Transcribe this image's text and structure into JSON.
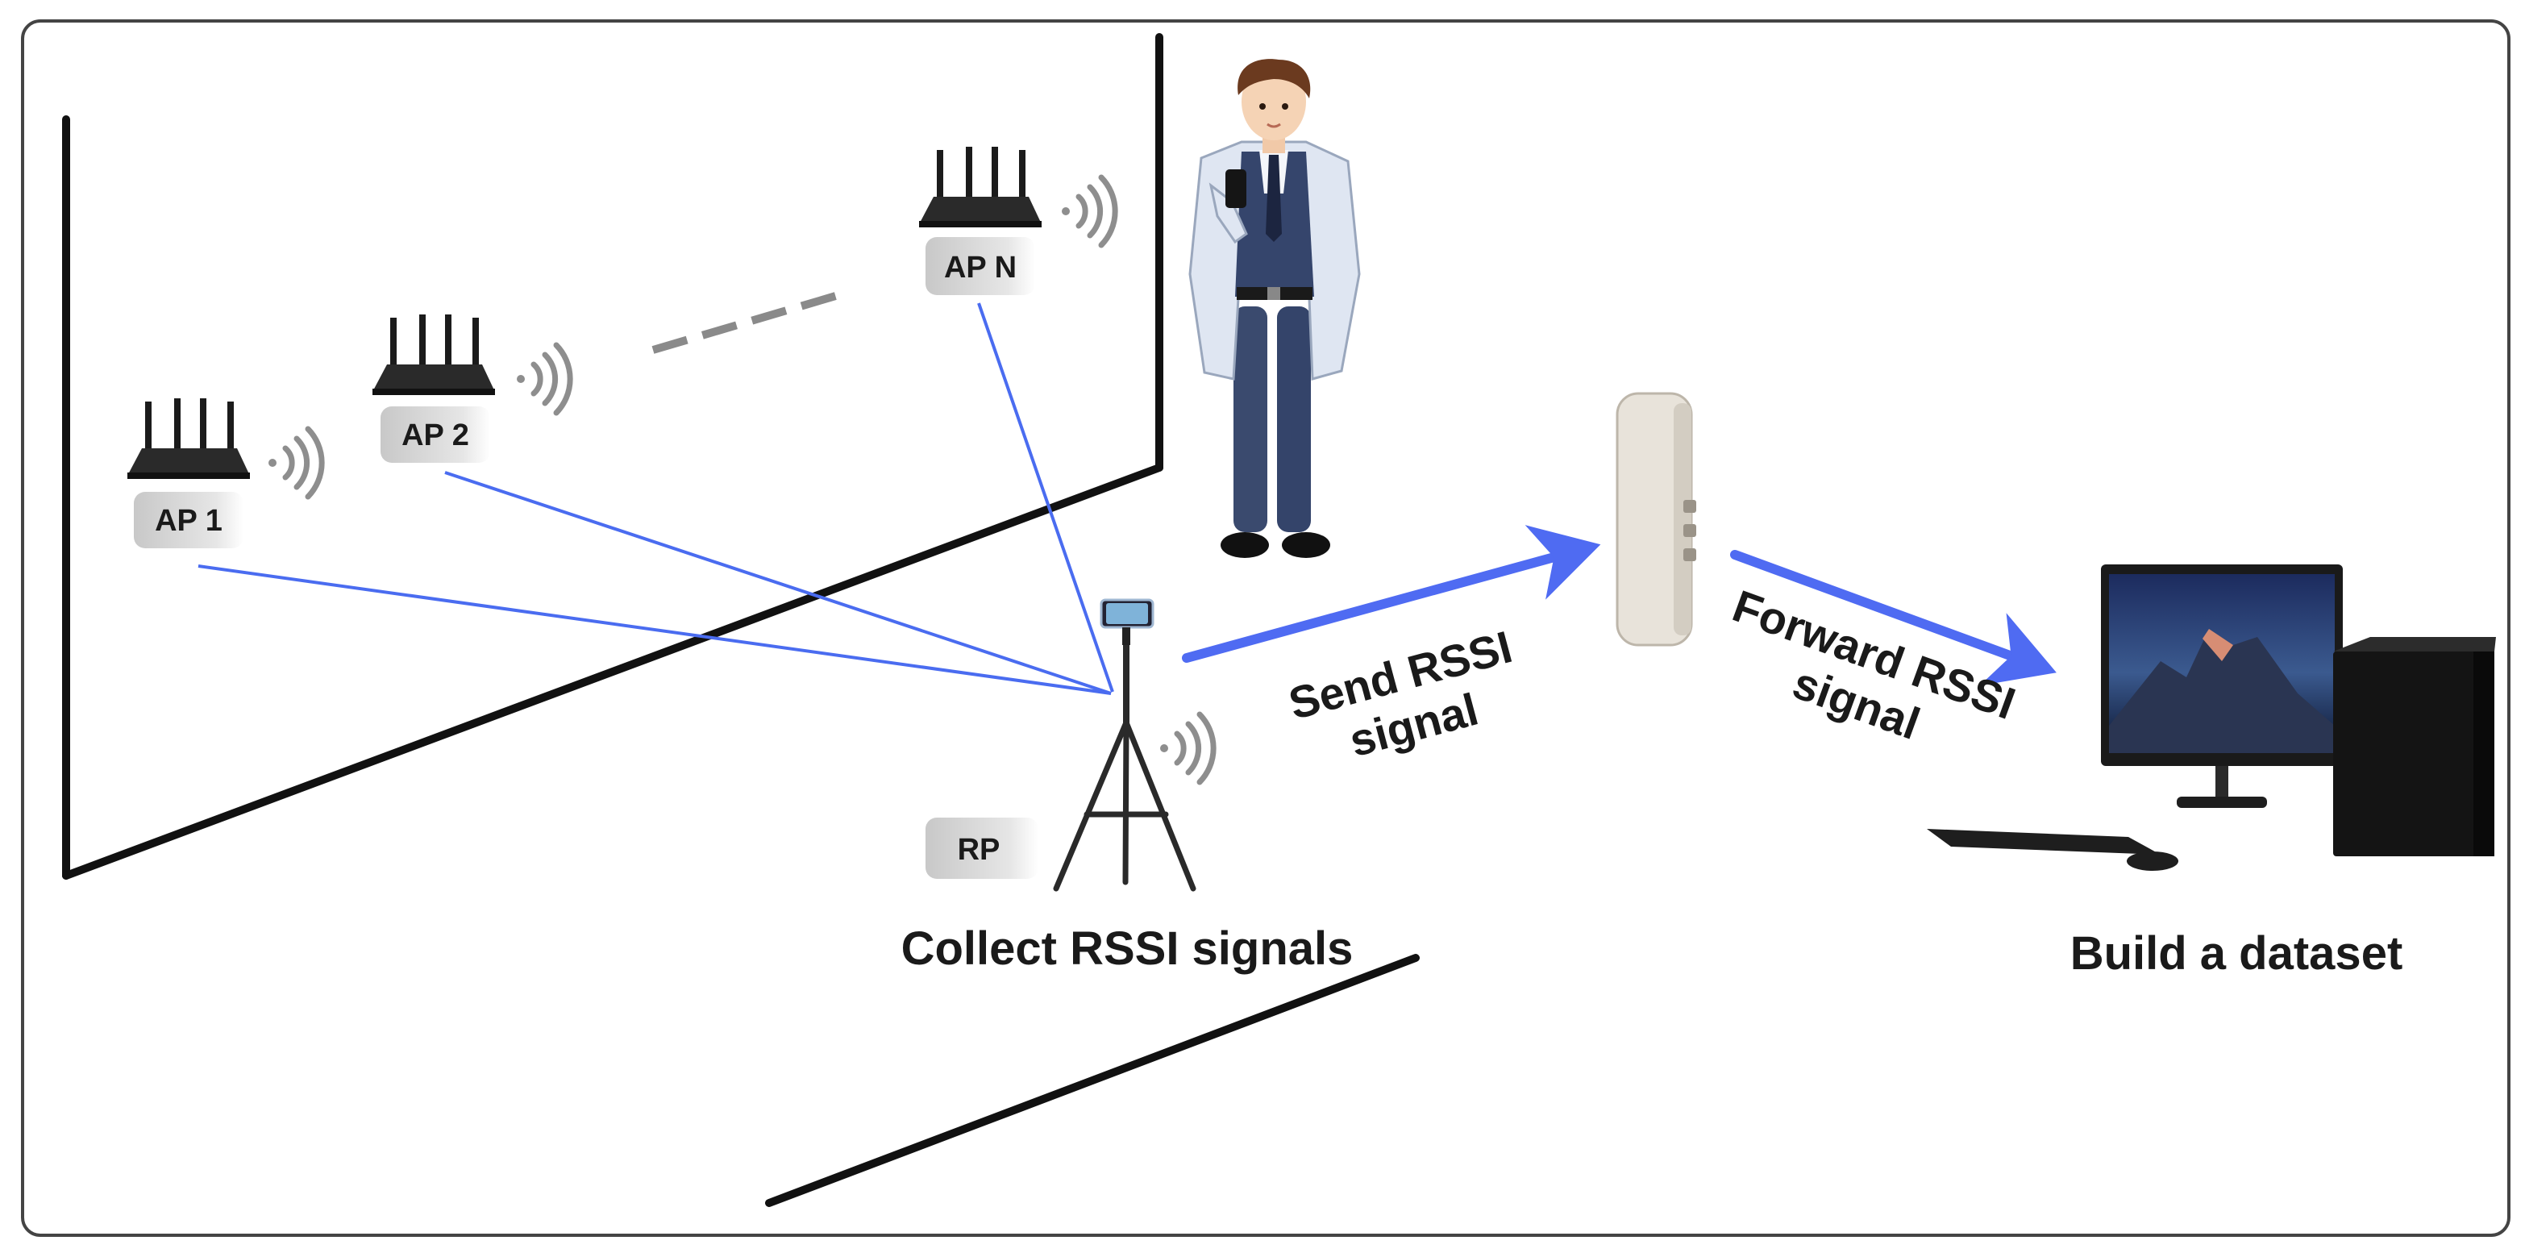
{
  "access_points": [
    {
      "label": "AP 1"
    },
    {
      "label": "AP 2"
    },
    {
      "label": "AP N"
    }
  ],
  "reference_point": {
    "label": "RP"
  },
  "captions": {
    "collect": "Collect RSSI signals",
    "send_line1": "Send RSSI",
    "send_line2": "signal",
    "forward_line1": "Forward RSSI",
    "forward_line2": "signal",
    "build": "Build a dataset"
  },
  "colors": {
    "signal_line": "#4a6cf0",
    "arrow": "#4f6bf2",
    "wall": "#111111",
    "frame_border": "#444444",
    "label_bg": "#d9d9d9"
  }
}
